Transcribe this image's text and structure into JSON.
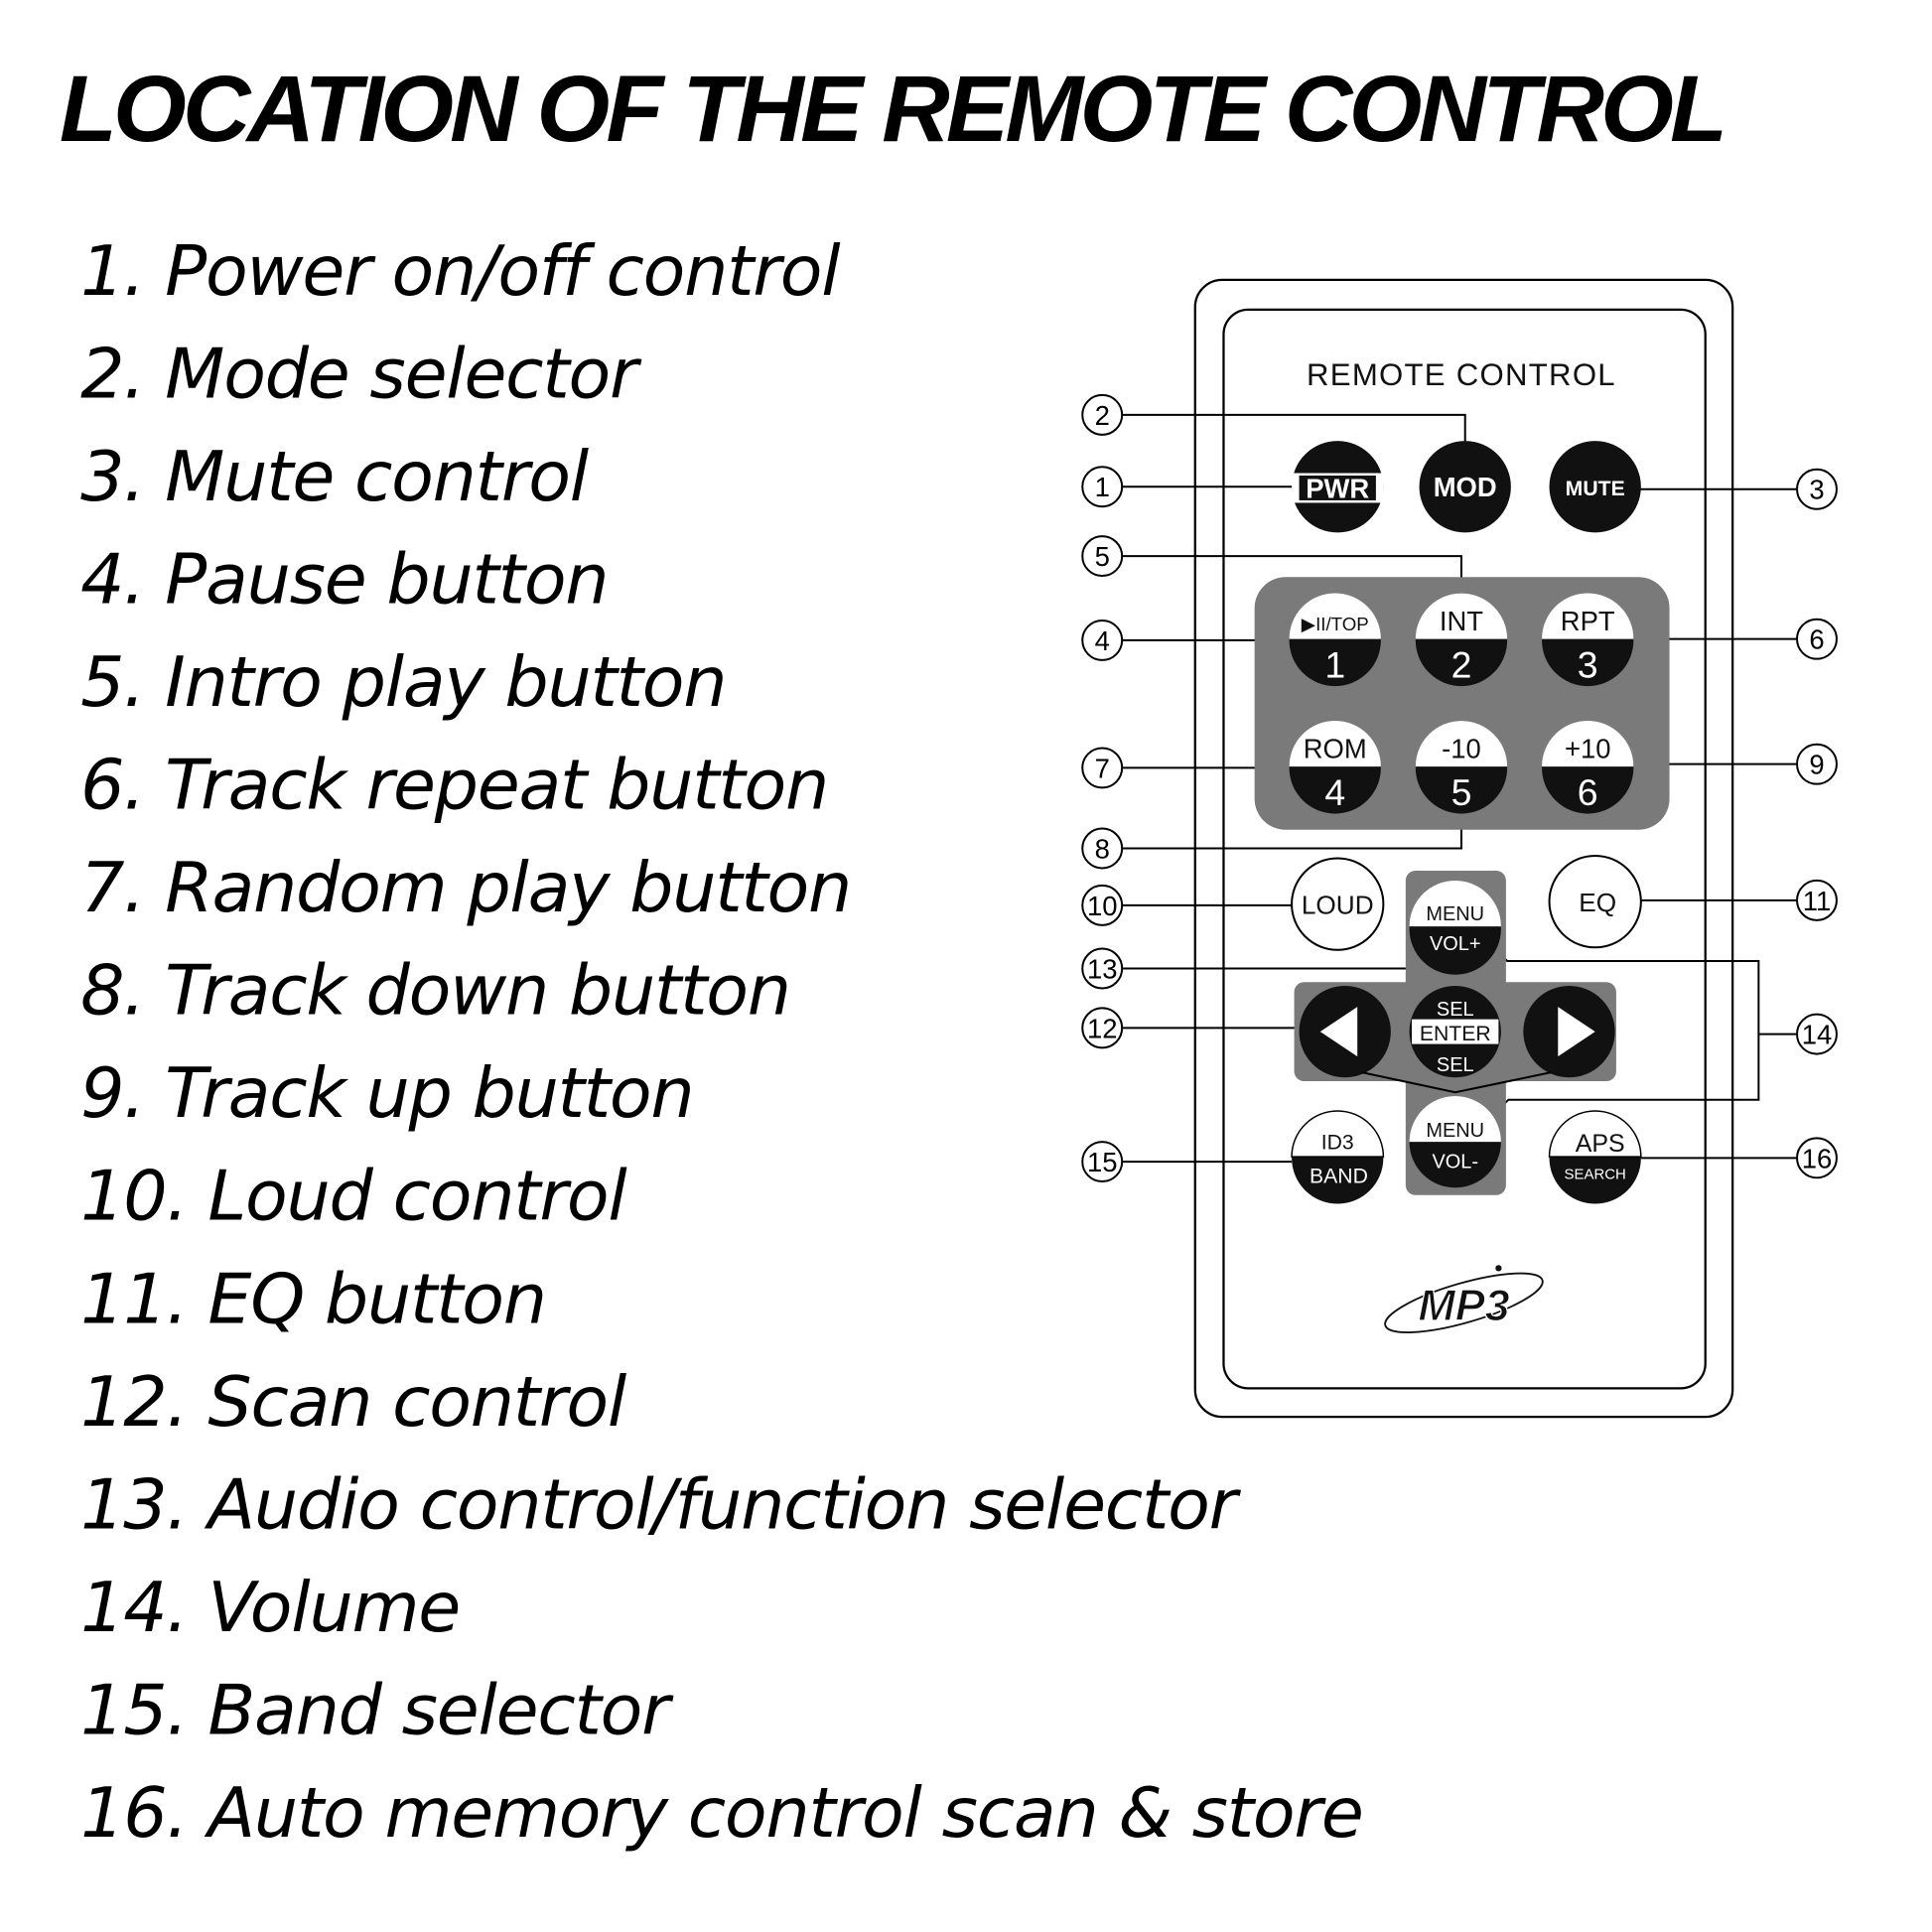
{
  "title": "LOCATION OF THE REMOTE CONTROL",
  "items": [
    "1. Power on/off control",
    "2. Mode selector",
    "3. Mute control",
    "4. Pause button",
    "5. Intro play button",
    "6. Track repeat button",
    "7. Random play button",
    "8. Track down button",
    "9. Track up button",
    "10. Loud control",
    "11. EQ button",
    "12. Scan control",
    "13. Audio control/function selector",
    "14. Volume",
    "15. Band selector",
    "16. Auto memory control scan & store"
  ],
  "remote": {
    "header": "REMOTE CONTROL",
    "pwr": "PWR",
    "mod": "MOD",
    "mute": "MUTE",
    "keys": [
      {
        "top": "▶II/TOP",
        "bottom": "1"
      },
      {
        "top": "INT",
        "bottom": "2"
      },
      {
        "top": "RPT",
        "bottom": "3"
      },
      {
        "top": "ROM",
        "bottom": "4"
      },
      {
        "top": "-10",
        "bottom": "5"
      },
      {
        "top": "+10",
        "bottom": "6"
      }
    ],
    "loud": "LOUD",
    "eq": "EQ",
    "vol_up": {
      "top": "MENU",
      "bottom": "VOL+"
    },
    "vol_down": {
      "top": "MENU",
      "bottom": "VOL-"
    },
    "enter": {
      "top": "SEL",
      "mid": "ENTER",
      "bottom": "SEL"
    },
    "band": {
      "top": "ID3",
      "bottom": "BAND"
    },
    "aps": {
      "top": "APS",
      "bottom": "SEARCH"
    },
    "logo": "MP3"
  },
  "callouts": [
    "1",
    "2",
    "3",
    "4",
    "5",
    "6",
    "7",
    "8",
    "9",
    "10",
    "11",
    "12",
    "13",
    "14",
    "15",
    "16"
  ]
}
